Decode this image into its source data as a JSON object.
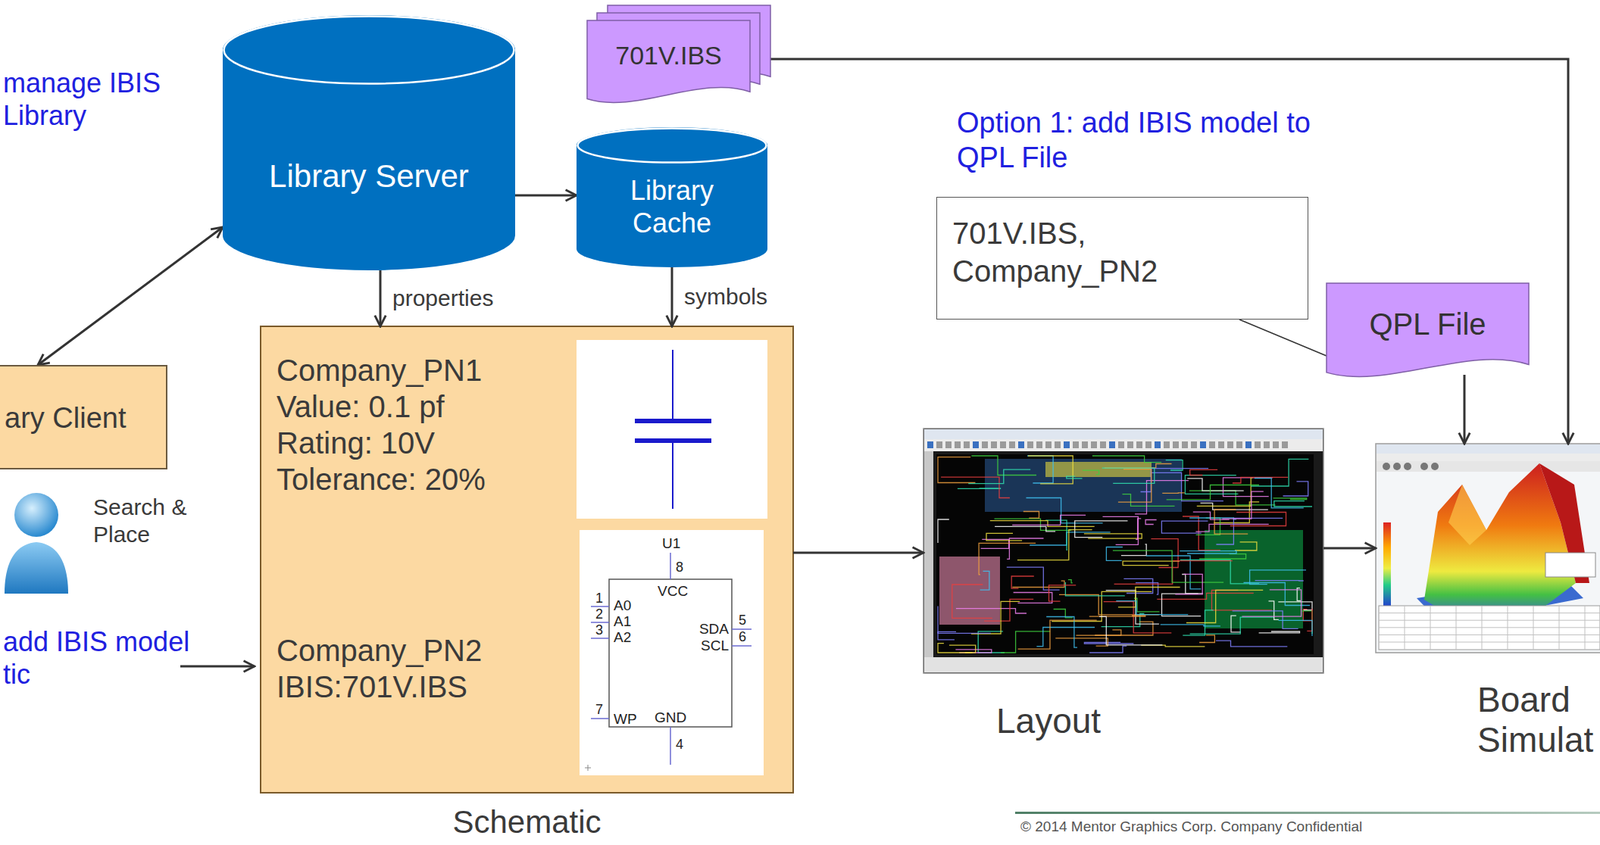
{
  "diagram": {
    "nodes": [
      {
        "text": [
          "Library Server"
        ]
      },
      {
        "text": [
          "701V.IBS"
        ]
      },
      {
        "text": [
          "Library Cache"
        ]
      },
      {
        "text": [
          "ary Client"
        ]
      },
      {
        "text": [
          "Company_PN1",
          "Value: 0.1 pf",
          "Rating: 10V",
          "Tolerance: 20%",
          "Company_PN2",
          "IBIS:701V.IBS",
          "Schematic"
        ]
      },
      {
        "text": [
          "701V.IBS, Company_PN2"
        ]
      },
      {
        "text": [
          "QPL File"
        ]
      },
      {
        "text": [
          "Layout"
        ]
      },
      {
        "text": [
          "Board Simulat"
        ]
      }
    ],
    "edges": [
      {
        "from": 3,
        "to": 0,
        "arrow": "both"
      },
      {
        "from": 0,
        "to": 2,
        "arrow": "to"
      },
      {
        "from": 0,
        "to": 4,
        "label": "properties",
        "arrow": "to"
      },
      {
        "from": 2,
        "to": 4,
        "label": "symbols",
        "arrow": "to"
      },
      {
        "from": 4,
        "to": 7,
        "arrow": "to"
      },
      {
        "from": 7,
        "to": 8,
        "arrow": "to"
      },
      {
        "from": 6,
        "to": 8,
        "arrow": "to"
      },
      {
        "from": 1,
        "to": 8,
        "arrow": "to"
      },
      {
        "from": 5,
        "to": 6,
        "arrow": "none"
      }
    ],
    "labels": [
      "manage IBIS Library",
      "Search & Place",
      "add IBIS model tic",
      "Option 1: add IBIS model to QPL File",
      "U1",
      "8",
      "VCC",
      "1",
      "A0",
      "2",
      "A1",
      "3",
      "A2",
      "SDA",
      "5",
      "SCL",
      "6",
      "7",
      "WP",
      "GND",
      "4",
      "© 2014 Mentor Graphics Corp. Company Confidential"
    ]
  }
}
